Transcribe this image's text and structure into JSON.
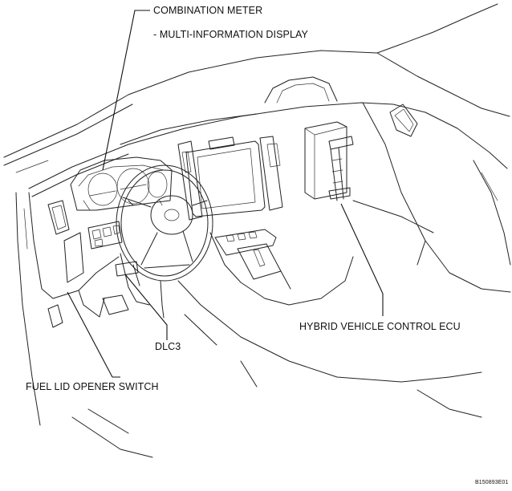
{
  "labels": {
    "combination_meter": "COMBINATION METER",
    "multi_info_display": "- MULTI-INFORMATION DISPLAY",
    "hybrid_ecu": "HYBRID VEHICLE CONTROL ECU",
    "dlc3": "DLC3",
    "fuel_lid_switch": "FUEL LID OPENER SWITCH",
    "figure_code": "B150893E01"
  }
}
